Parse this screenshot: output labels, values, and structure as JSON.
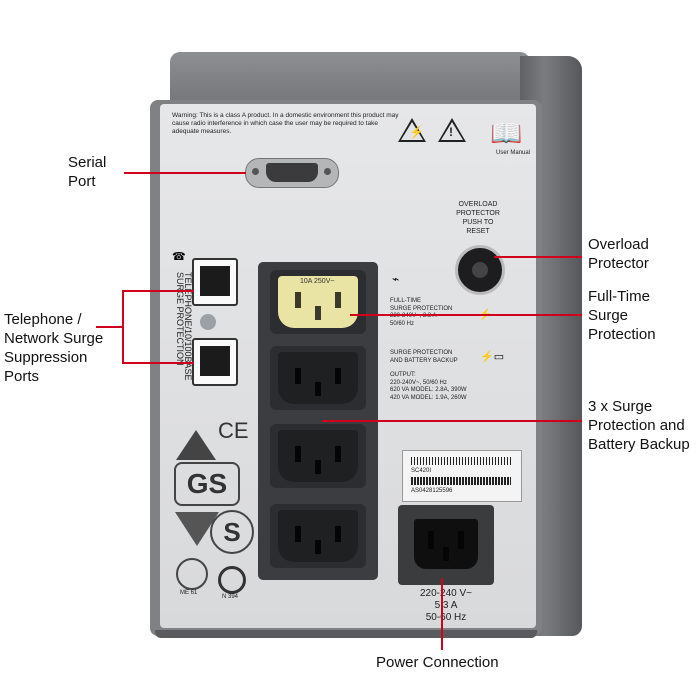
{
  "callouts": {
    "serial_port": "Serial\nPort",
    "overload_protector": "Overload\nProtector",
    "full_time_surge": "Full-Time\nSurge\nProtection",
    "telephone_ports": "Telephone /\nNetwork Surge\nSuppression\nPorts",
    "surge_battery": "3 x Surge\nProtection and\nBattery Backup",
    "power_connection": "Power Connection"
  },
  "panel": {
    "warning": "Warning: This is a class A product. In a domestic environment this product may cause radio interference in which case the user may be required to take adequate measures.",
    "user_manual": "User Manual",
    "overload_text": "OVERLOAD\nPROTECTOR\nPUSH TO\nRESET",
    "full_time_text": "FULL-TIME\nSURGE PROTECTION\n220-240V~, 2.3 A\n50/60 Hz",
    "backup_text": "SURGE PROTECTION\nAND BATTERY BACKUP",
    "output_text": "OUTPUT:\n220-240V~, 50/60 Hz\n620 VA MODEL: 2.8A, 390W\n420 VA MODEL: 1.9A, 260W",
    "outlet_rating": "10A 250V~",
    "telephone_side": "TELEPHONE/10/100BASE\nSURGE PROTECTION",
    "barcode_line1": "SC420I",
    "barcode_line2": "AS0428125596",
    "input_text": "220-240 V~\n5.3 A\n50-60 Hz",
    "cert_gs": "GS",
    "cert_s": "S",
    "cert_ce": "CE",
    "cert_code": "N 394",
    "cert_me": "ME 61"
  },
  "colors": {
    "callout_line": "#d0021b",
    "panel": "#e2e3e5",
    "body": "#7f8184"
  }
}
